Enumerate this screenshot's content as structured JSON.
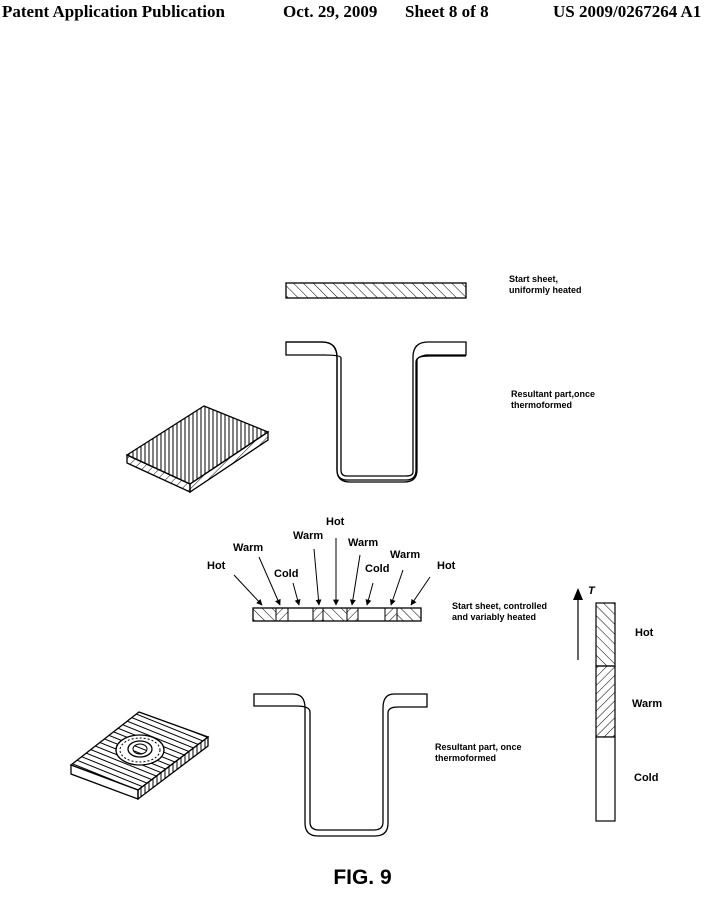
{
  "header": {
    "publication": "Patent Application Publication",
    "date": "Oct. 29, 2009",
    "sheet": "Sheet 8 of 8",
    "number": "US 2009/0267264 A1"
  },
  "figure": {
    "caption": "FIG. 9",
    "top": {
      "start_sheet_label": [
        "Start sheet,",
        "uniformly heated"
      ],
      "result_label": [
        "Resultant part,once",
        "thermoformed"
      ]
    },
    "bottom": {
      "start_sheet_label": [
        "Start sheet, controlled",
        "and variably heated"
      ],
      "result_label": [
        "Resultant part, once",
        "thermoformed"
      ],
      "zones": [
        "Hot",
        "Warm",
        "Cold",
        "Warm",
        "Hot",
        "Warm",
        "Cold",
        "Warm",
        "Hot"
      ]
    },
    "legend": {
      "axis_label": "T",
      "entries": [
        "Hot",
        "Warm",
        "Cold"
      ]
    }
  }
}
